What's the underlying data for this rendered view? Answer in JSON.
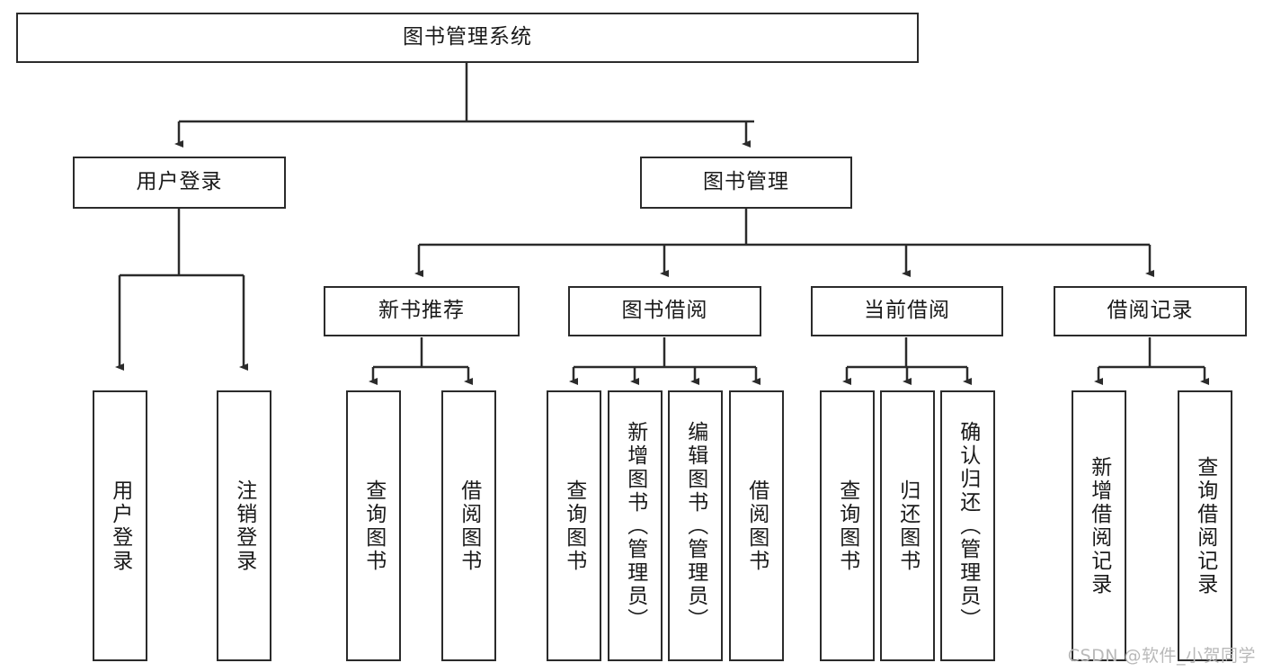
{
  "diagram": {
    "title": "图书管理系统",
    "type": "tree-hierarchy",
    "watermark": "CSDN @软件_小贺同学",
    "colors": {
      "stroke": "#2b2b2b",
      "fill": "#ffffff",
      "text": "#1a1a1a",
      "watermark": "#b9b9b9"
    },
    "levels": {
      "root": "图书管理系统",
      "level1": [
        "用户登录",
        "图书管理"
      ],
      "level2": [
        "新书推荐",
        "图书借阅",
        "当前借阅",
        "借阅记录"
      ]
    },
    "nodes": {
      "root": {
        "label": "图书管理系统"
      },
      "user_login": {
        "label": "用户登录"
      },
      "book_manage": {
        "label": "图书管理"
      },
      "new_book_rec": {
        "label": "新书推荐"
      },
      "book_borrow": {
        "label": "图书借阅"
      },
      "current_borrow": {
        "label": "当前借阅"
      },
      "borrow_record": {
        "label": "借阅记录"
      },
      "leaf_user_login": {
        "label": "用户登录"
      },
      "leaf_logout": {
        "label": "注销登录"
      },
      "leaf_query_book_1": {
        "label": "查询图书"
      },
      "leaf_borrow_book_1": {
        "label": "借阅图书"
      },
      "leaf_query_book_2": {
        "label": "查询图书"
      },
      "leaf_add_book": {
        "label": "新增图书（管理员）"
      },
      "leaf_edit_book": {
        "label": "编辑图书（管理员）"
      },
      "leaf_borrow_book_2": {
        "label": "借阅图书"
      },
      "leaf_query_book_3": {
        "label": "查询图书"
      },
      "leaf_return_book": {
        "label": "归还图书"
      },
      "leaf_confirm_return": {
        "label": "确认归还（管理员）"
      },
      "leaf_add_record": {
        "label": "新增借阅记录"
      },
      "leaf_query_record": {
        "label": "查询借阅记录"
      }
    },
    "edges": [
      {
        "from": "root",
        "to": "user_login"
      },
      {
        "from": "root",
        "to": "book_manage"
      },
      {
        "from": "user_login",
        "to": "leaf_user_login"
      },
      {
        "from": "user_login",
        "to": "leaf_logout"
      },
      {
        "from": "book_manage",
        "to": "new_book_rec"
      },
      {
        "from": "book_manage",
        "to": "book_borrow"
      },
      {
        "from": "book_manage",
        "to": "current_borrow"
      },
      {
        "from": "book_manage",
        "to": "borrow_record"
      },
      {
        "from": "new_book_rec",
        "to": "leaf_query_book_1"
      },
      {
        "from": "new_book_rec",
        "to": "leaf_borrow_book_1"
      },
      {
        "from": "book_borrow",
        "to": "leaf_query_book_2"
      },
      {
        "from": "book_borrow",
        "to": "leaf_add_book"
      },
      {
        "from": "book_borrow",
        "to": "leaf_edit_book"
      },
      {
        "from": "book_borrow",
        "to": "leaf_borrow_book_2"
      },
      {
        "from": "current_borrow",
        "to": "leaf_query_book_3"
      },
      {
        "from": "current_borrow",
        "to": "leaf_return_book"
      },
      {
        "from": "current_borrow",
        "to": "leaf_confirm_return"
      },
      {
        "from": "borrow_record",
        "to": "leaf_add_record"
      },
      {
        "from": "borrow_record",
        "to": "leaf_query_record"
      }
    ]
  }
}
